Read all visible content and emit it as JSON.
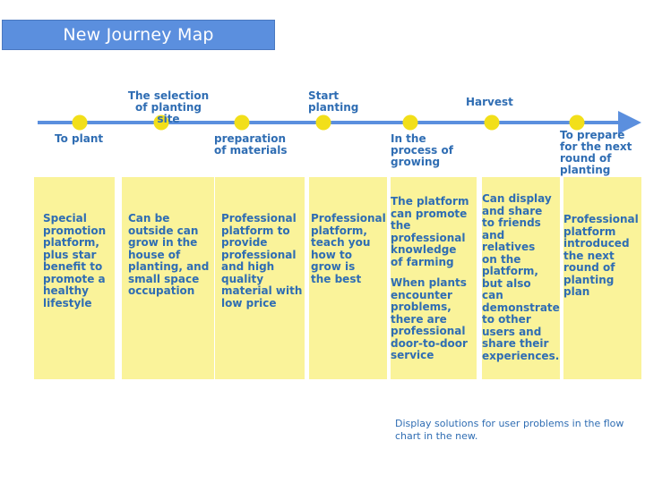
{
  "title": "New Journey Map",
  "stages": [
    {
      "label": "To plant"
    },
    {
      "label": "The selection\nof planting site"
    },
    {
      "label": "preparation\nof materials"
    },
    {
      "label": "Start\nplanting"
    },
    {
      "label": "In the\nprocess of\ngrowing"
    },
    {
      "label": "Harvest"
    },
    {
      "label": "To prepare\nfor the next\nround of\nplanting"
    }
  ],
  "cards": [
    {
      "text": [
        "Special\npromotion\nplatform,\nplus star\nbenefit to\npromote a\nhealthy\nlifestyle"
      ]
    },
    {
      "text": [
        "Can be\noutside can\ngrow in the\nhouse of\nplanting, and\nsmall space\noccupation"
      ]
    },
    {
      "text": [
        "Professional\nplatform to\nprovide\nprofessional\nand high\nquality\nmaterial with\nlow price"
      ]
    },
    {
      "text": [
        "Professional\nplatform,\nteach you\nhow to\ngrow is\nthe best"
      ]
    },
    {
      "text": [
        "The platform\ncan promote\nthe\nprofessional\nknowledge\nof farming",
        "When plants\nencounter\nproblems,\nthere are\nprofessional\ndoor-to-door\nservice"
      ]
    },
    {
      "text": [
        "Can display\nand share\nto friends\nand\nrelatives\non the\nplatform,\nbut also\ncan\ndemonstrate\nto other\nusers and\nshare their\nexperiences."
      ]
    },
    {
      "text": [
        "Professional\nplatform\nintroduced\nthe next\nround of\nplanting\nplan"
      ]
    }
  ],
  "note": "Display solutions for user problems in the flow\nchart in the new.",
  "colors": {
    "title_bg": "#5b8fde",
    "line": "#5b8fde",
    "dot": "#f2df1a",
    "card": "#faf39a",
    "text": "#2f6db3"
  }
}
